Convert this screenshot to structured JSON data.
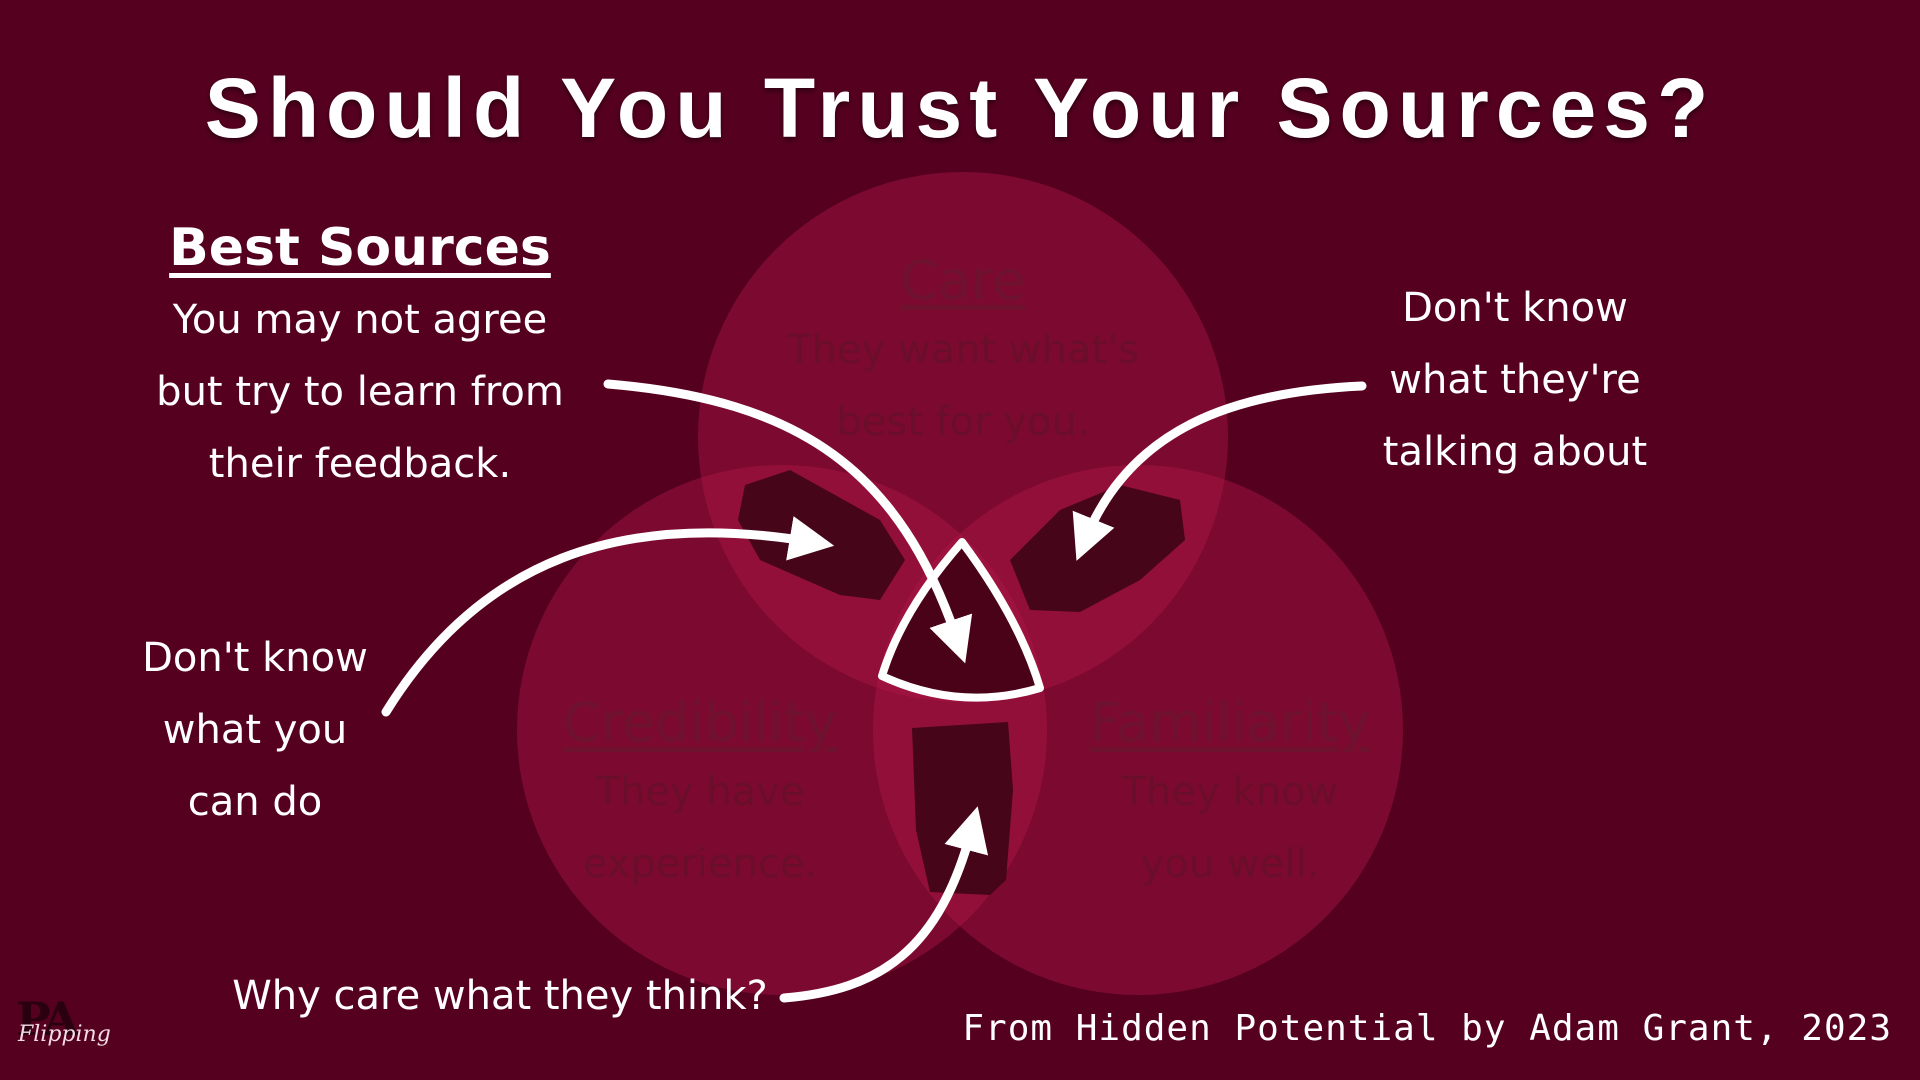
{
  "title": "Should You Trust Your Sources?",
  "best_sources": {
    "heading": "Best Sources",
    "lines": [
      "You may not agree",
      "but try to learn from",
      "their feedback."
    ]
  },
  "circles": {
    "care": {
      "heading": "Care",
      "lines": [
        "They want what's",
        "best for you."
      ]
    },
    "credibility": {
      "heading": "Credibility",
      "lines": [
        "They have",
        "experience."
      ]
    },
    "familiarity": {
      "heading": "Familiarity",
      "lines": [
        "They know",
        "you well."
      ]
    }
  },
  "notes": {
    "dont_know_what_talking": [
      "Don't know",
      "what they're",
      "talking about"
    ],
    "dont_know_what_you_can_do": [
      "Don't know",
      "what you",
      "can do"
    ],
    "why_care": "Why care what they think?"
  },
  "footer": "From Hidden Potential by Adam Grant, 2023",
  "logo": {
    "mark": "PA",
    "script": "Flipping"
  },
  "colors": {
    "background": "#560020",
    "circle_fill": "#b01848",
    "brush": "#3e0416",
    "arrow": "#ffffff",
    "circle_text": "#6e1230"
  }
}
